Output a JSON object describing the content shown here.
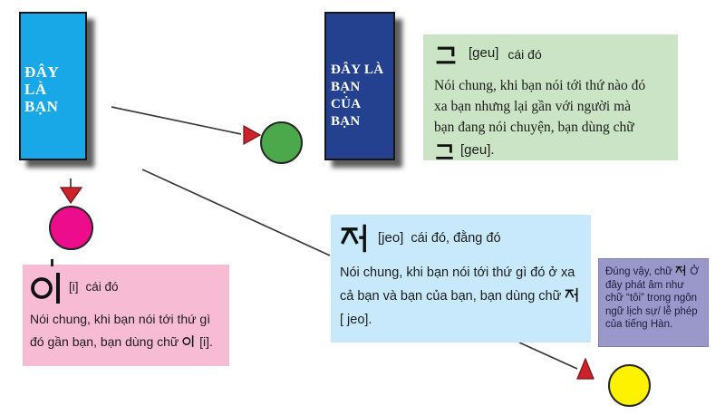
{
  "colors": {
    "cyan_box": "#18A8E8",
    "navy_box": "#24418F",
    "green_circle": "#4BA94B",
    "magenta_circle": "#EC0C8C",
    "yellow_circle": "#FFF200",
    "arrow_red": "#CC2229",
    "line_color": "#3a3a3a",
    "geu_panel_bg": "#CBE4C5",
    "jeo_panel_bg": "#C7E9FB",
    "i_panel_bg": "#F8BBD4",
    "note_panel_bg": "#9A97CB"
  },
  "hangul": {
    "geu": "그",
    "jeo": "저",
    "i": "이"
  },
  "you_box": {
    "lines": [
      "ĐÂY",
      "LÀ",
      "BẠN"
    ]
  },
  "friend_box": {
    "lines": [
      "ĐÂY LÀ",
      "BẠN",
      "CỦA",
      "BẠN"
    ]
  },
  "geu_panel": {
    "romanization": "[geu]",
    "meaning": "cái đó",
    "body": [
      "Nói chung, khi bạn nói tới thứ nào đó",
      "xa bạn nhưng lại gần với người mà",
      "bạn đang nói chuyện, bạn dùng chữ"
    ],
    "footer_romanization": "[geu]."
  },
  "jeo_panel": {
    "romanization": "[jeo]",
    "meaning": "cái đó, đằng đó",
    "body_line1": "Nói chung, khi bạn nói tới thứ gì đó ở xa",
    "body_line2": "cả bạn và bạn của bạn, bạn dùng chữ",
    "body_line3": "[ jeo]."
  },
  "i_panel": {
    "romanization": "[i]",
    "meaning": "cái đó",
    "body_line1": "Nói chung, khi bạn nói tới thứ gì",
    "body_line2_pre": "đó gần bạn, bạn dùng chữ",
    "body_line2_post": "[i]."
  },
  "note_panel": {
    "text_pre": "Đúng vậy, chữ",
    "text_post": "Ở đây phát âm như chữ “tôi” trong ngôn ngữ lịch sự/ lễ phép của tiếng Hàn."
  }
}
